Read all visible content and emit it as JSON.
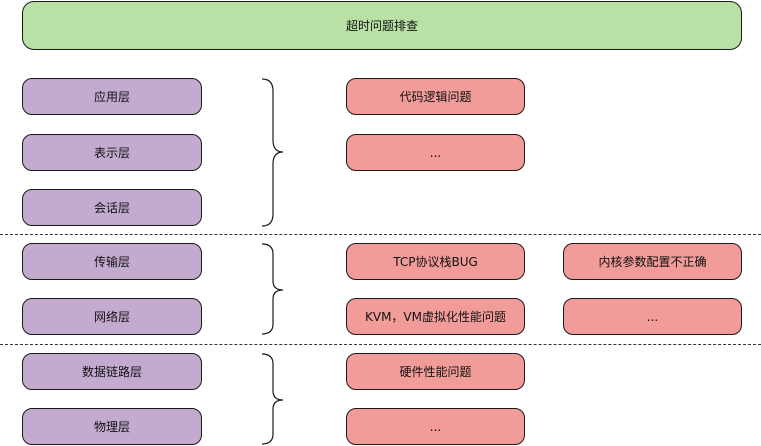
{
  "title": "超时问题排查",
  "layers": {
    "application": "应用层",
    "presentation": "表示层",
    "session": "会话层",
    "transport": "传输层",
    "network": "网络层",
    "datalink": "数据链路层",
    "physical": "物理层"
  },
  "issues": {
    "upper_1": "代码逻辑问题",
    "upper_2": "...",
    "transport_1": "TCP协议栈BUG",
    "transport_2": "内核参数配置不正确",
    "network_1": "KVM，VM虚拟化性能问题",
    "network_2": "...",
    "lower_1": "硬件性能问题",
    "lower_2": "..."
  },
  "colors": {
    "title_fill": "#b9e0a5",
    "layer_fill": "#c3abd0",
    "issue_fill": "#f19c99"
  }
}
